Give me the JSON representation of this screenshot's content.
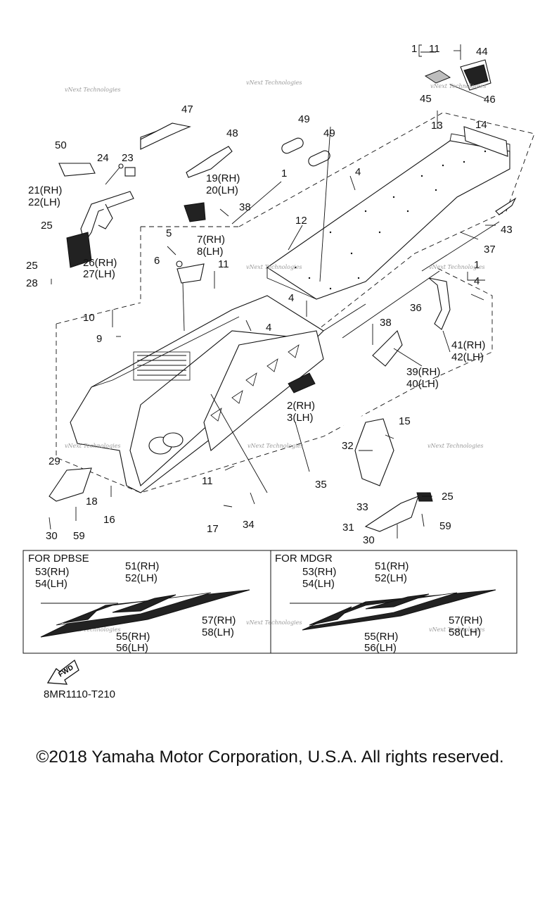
{
  "diagram_code": "8MR1110-T210",
  "copyright": "©2018 Yamaha Motor Corporation, U.S.A. All rights reserved.",
  "watermark": "vNext Technologies",
  "fwd_label": "FWD",
  "variant_boxes": [
    {
      "title": "FOR DPBSE",
      "labels": [
        "53(RH)",
        "54(LH)",
        "51(RH)",
        "52(LH)",
        "57(RH)",
        "58(LH)",
        "55(RH)",
        "56(LH)"
      ]
    },
    {
      "title": "FOR MDGR",
      "labels": [
        "53(RH)",
        "54(LH)",
        "51(RH)",
        "52(LH)",
        "57(RH)",
        "58(LH)",
        "55(RH)",
        "56(LH)"
      ]
    }
  ],
  "callouts": [
    "1",
    "11",
    "44",
    "45",
    "46",
    "13",
    "14",
    "47",
    "48",
    "49",
    "49",
    "50",
    "24",
    "23",
    "19(RH)",
    "20(LH)",
    "1",
    "38",
    "4",
    "12",
    "21(RH)",
    "22(LH)",
    "25",
    "7(RH)",
    "8(LH)",
    "5",
    "6",
    "11",
    "26(RH)",
    "27(LH)",
    "25",
    "28",
    "43",
    "37",
    "1",
    "4",
    "4",
    "10",
    "4",
    "9",
    "36",
    "38",
    "41(RH)",
    "42(LH)",
    "39(RH)",
    "40(LH)",
    "2(RH)",
    "3(LH)",
    "15",
    "32",
    "29",
    "11",
    "35",
    "25",
    "18",
    "16",
    "33",
    "30",
    "59",
    "17",
    "34",
    "31",
    "59",
    "30"
  ]
}
